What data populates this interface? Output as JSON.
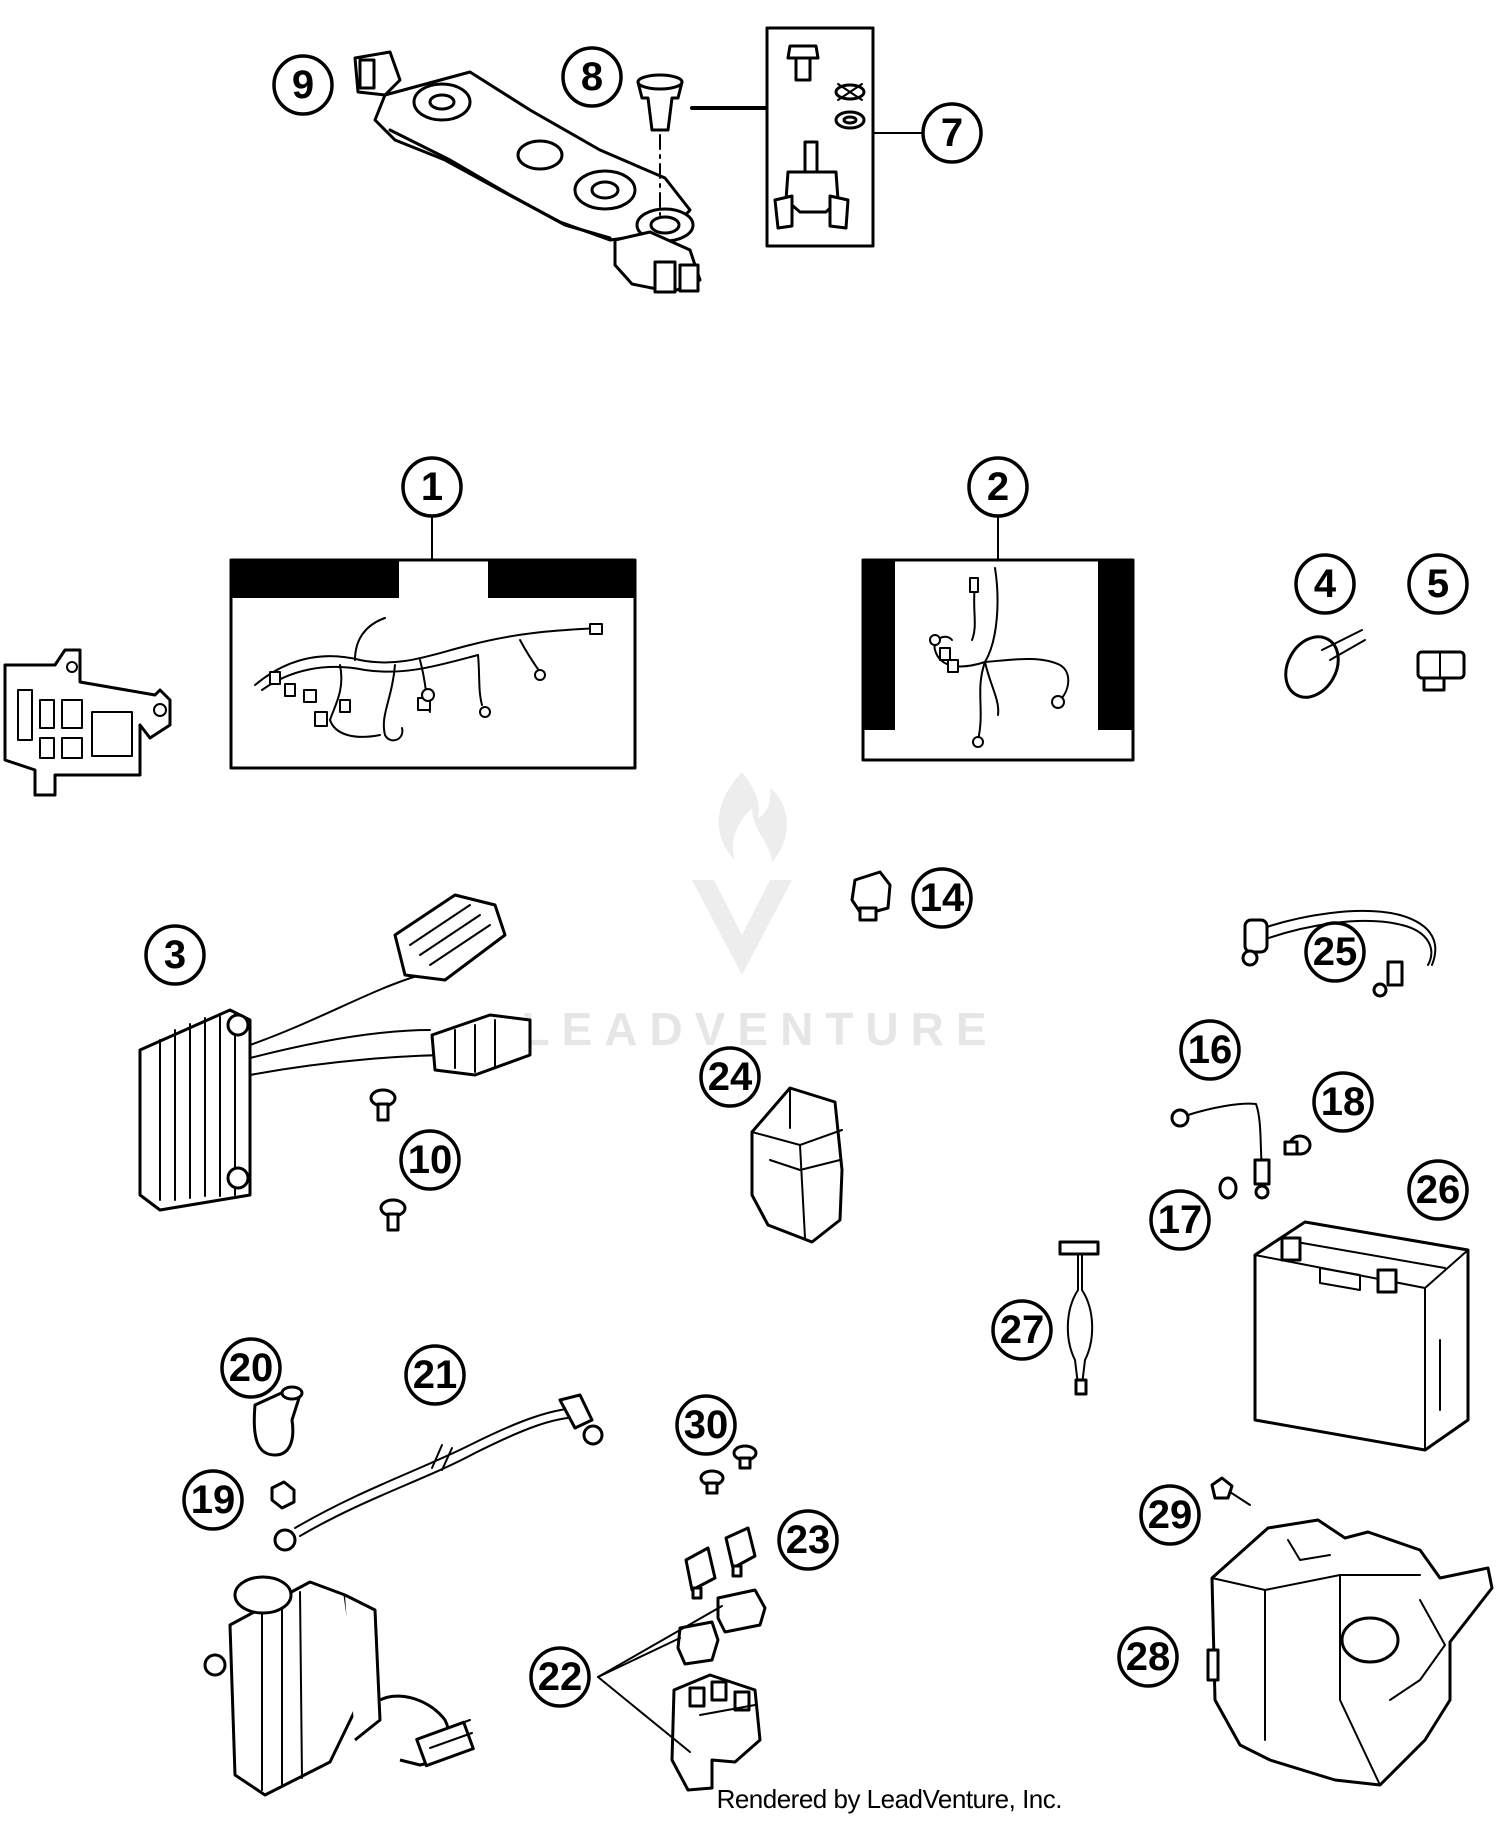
{
  "diagram": {
    "callouts": [
      {
        "id": "c1",
        "label": "1"
      },
      {
        "id": "c2",
        "label": "2"
      },
      {
        "id": "c3",
        "label": "3"
      },
      {
        "id": "c4",
        "label": "4"
      },
      {
        "id": "c5",
        "label": "5"
      },
      {
        "id": "c7",
        "label": "7"
      },
      {
        "id": "c8",
        "label": "8"
      },
      {
        "id": "c9",
        "label": "9"
      },
      {
        "id": "c10",
        "label": "10"
      },
      {
        "id": "c14",
        "label": "14"
      },
      {
        "id": "c16",
        "label": "16"
      },
      {
        "id": "c17",
        "label": "17"
      },
      {
        "id": "c18",
        "label": "18"
      },
      {
        "id": "c19",
        "label": "19"
      },
      {
        "id": "c20",
        "label": "20"
      },
      {
        "id": "c21",
        "label": "21"
      },
      {
        "id": "c22",
        "label": "22"
      },
      {
        "id": "c23",
        "label": "23"
      },
      {
        "id": "c24",
        "label": "24"
      },
      {
        "id": "c25",
        "label": "25"
      },
      {
        "id": "c26",
        "label": "26"
      },
      {
        "id": "c27",
        "label": "27"
      },
      {
        "id": "c28",
        "label": "28"
      },
      {
        "id": "c29",
        "label": "29"
      },
      {
        "id": "c30",
        "label": "30"
      }
    ]
  },
  "watermark": {
    "text": "LEADVENTURE"
  },
  "footer": {
    "credit": "Rendered by LeadVenture, Inc."
  }
}
